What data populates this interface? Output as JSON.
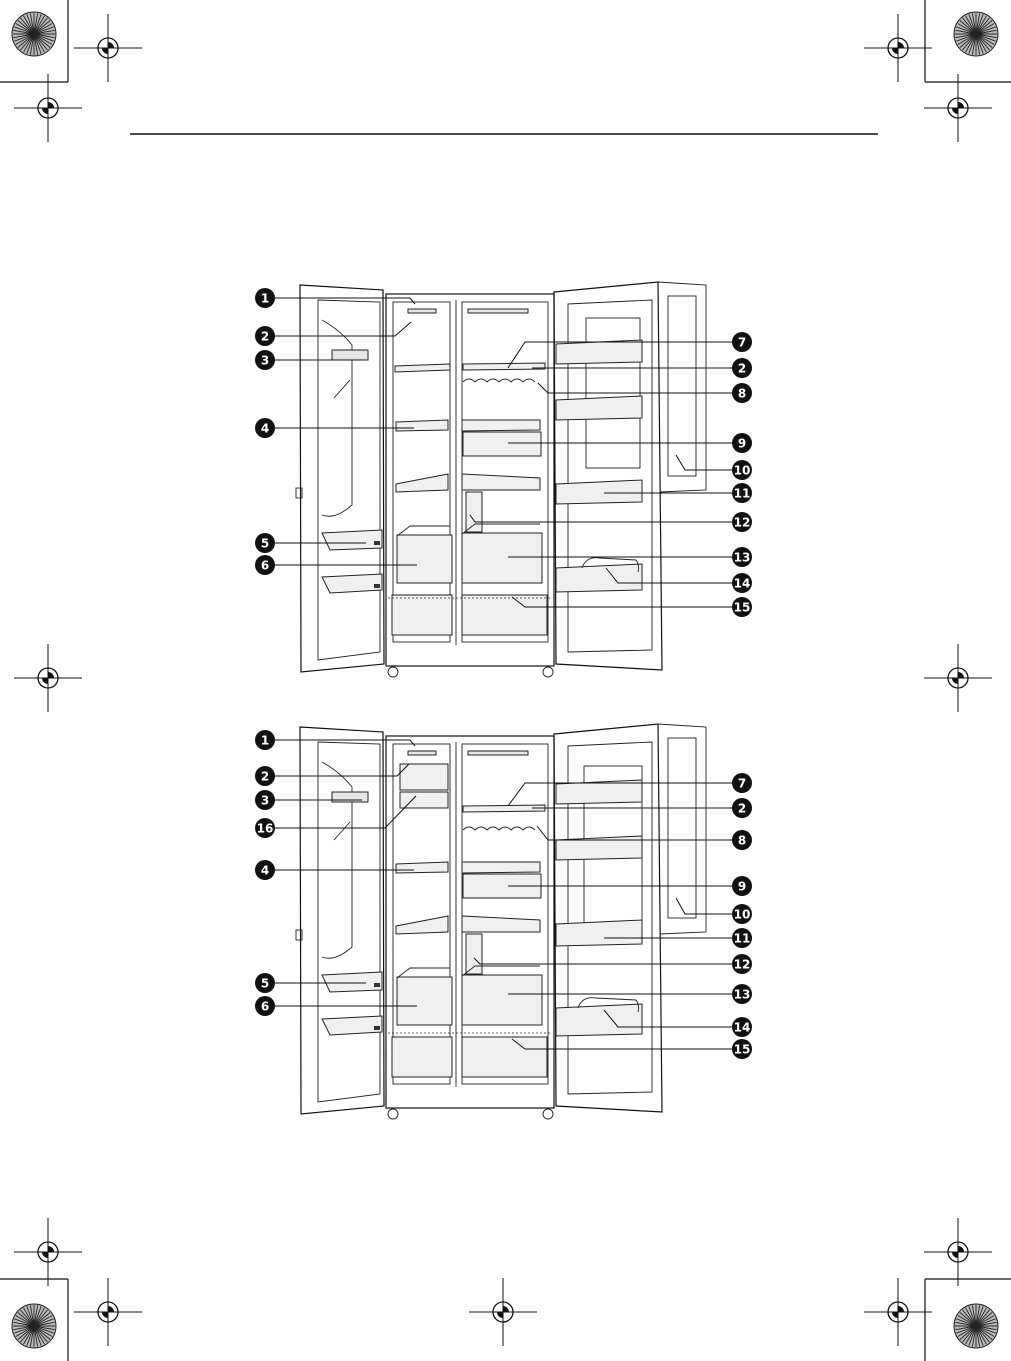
{
  "diagram_top": {
    "callouts": [
      {
        "num": "1"
      },
      {
        "num": "2"
      },
      {
        "num": "3"
      },
      {
        "num": "4"
      },
      {
        "num": "5"
      },
      {
        "num": "6"
      },
      {
        "num": "7"
      },
      {
        "num": "2"
      },
      {
        "num": "8"
      },
      {
        "num": "9"
      },
      {
        "num": "10"
      },
      {
        "num": "11"
      },
      {
        "num": "12"
      },
      {
        "num": "13"
      },
      {
        "num": "14"
      },
      {
        "num": "15"
      }
    ]
  },
  "diagram_bottom": {
    "callouts": [
      {
        "num": "1"
      },
      {
        "num": "2"
      },
      {
        "num": "3"
      },
      {
        "num": "16"
      },
      {
        "num": "4"
      },
      {
        "num": "5"
      },
      {
        "num": "6"
      },
      {
        "num": "7"
      },
      {
        "num": "2"
      },
      {
        "num": "8"
      },
      {
        "num": "9"
      },
      {
        "num": "10"
      },
      {
        "num": "11"
      },
      {
        "num": "12"
      },
      {
        "num": "13"
      },
      {
        "num": "14"
      },
      {
        "num": "15"
      }
    ]
  },
  "colors": {
    "ink": "#111111",
    "background": "#ffffff",
    "part_fill": "#f0f0f0"
  }
}
